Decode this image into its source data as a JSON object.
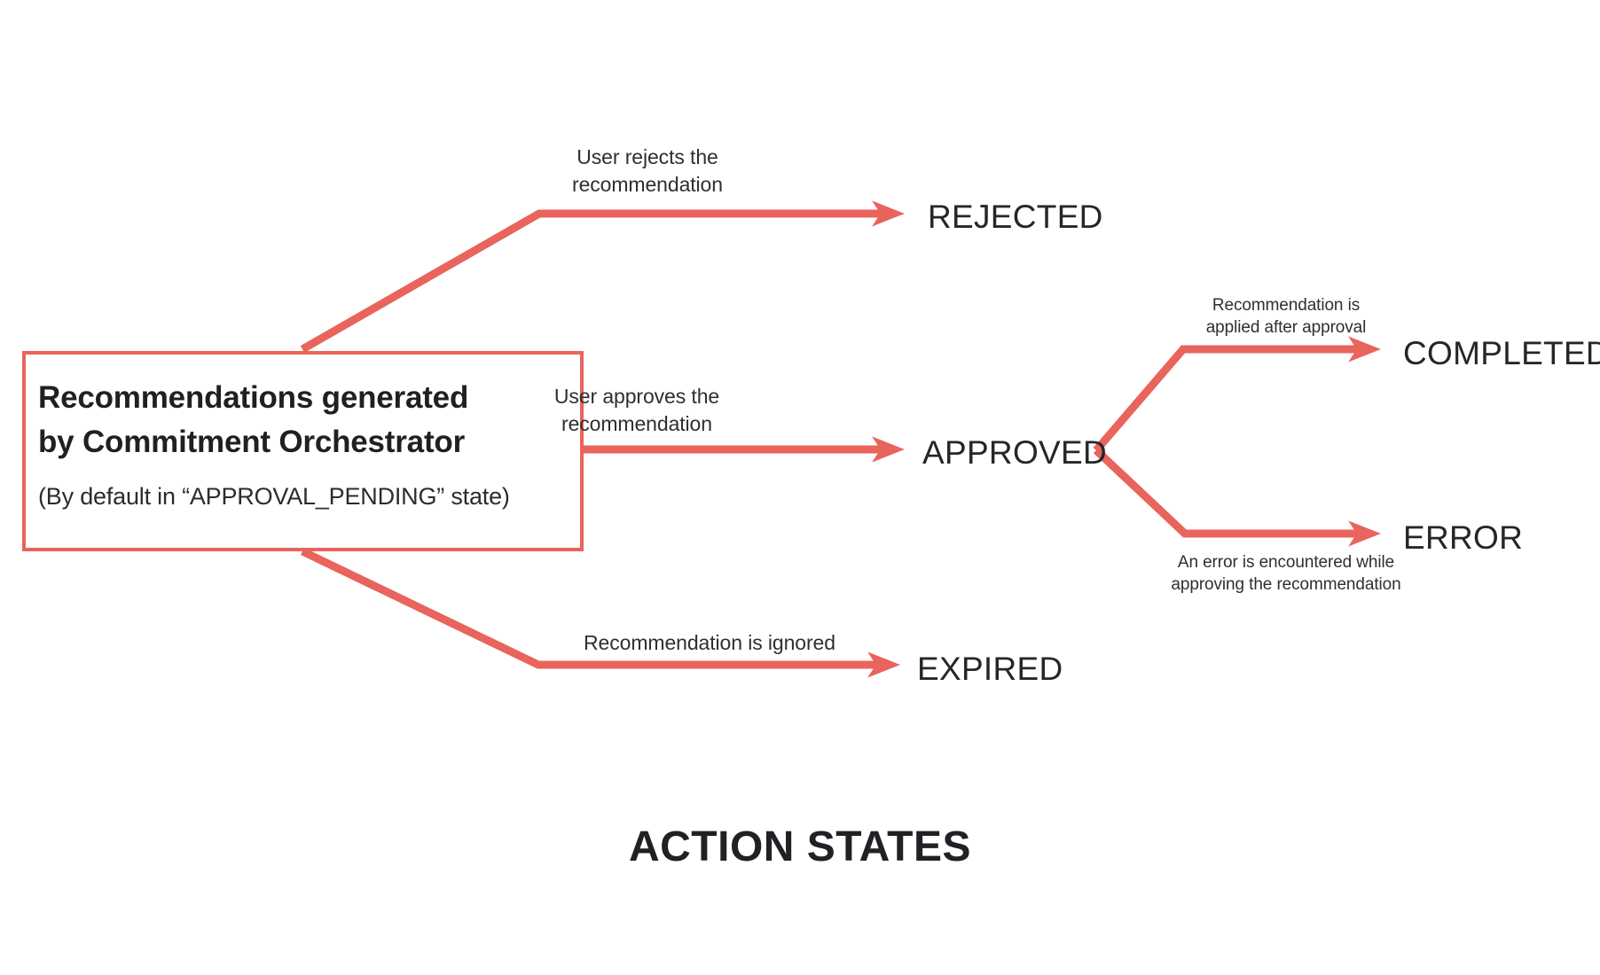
{
  "diagram": {
    "title": "ACTION STATES",
    "accent_color": "#e8645c",
    "text_color": "#25262a",
    "background": "#ffffff",
    "source_node": {
      "title": "Recommendations generated\nby Commitment Orchestrator",
      "subtitle": "(By default in “APPROVAL_PENDING” state)"
    },
    "states": {
      "rejected": "REJECTED",
      "approved": "APPROVED",
      "expired": "EXPIRED",
      "completed": "COMPLETED",
      "error": "ERROR"
    },
    "transitions": {
      "to_rejected": "User rejects the\nrecommendation",
      "to_approved": "User approves the\nrecommendation",
      "to_expired": "Recommendation is ignored",
      "to_completed": "Recommendation is\napplied after approval",
      "to_error": "An error is encountered while\napproving the recommendation"
    }
  }
}
